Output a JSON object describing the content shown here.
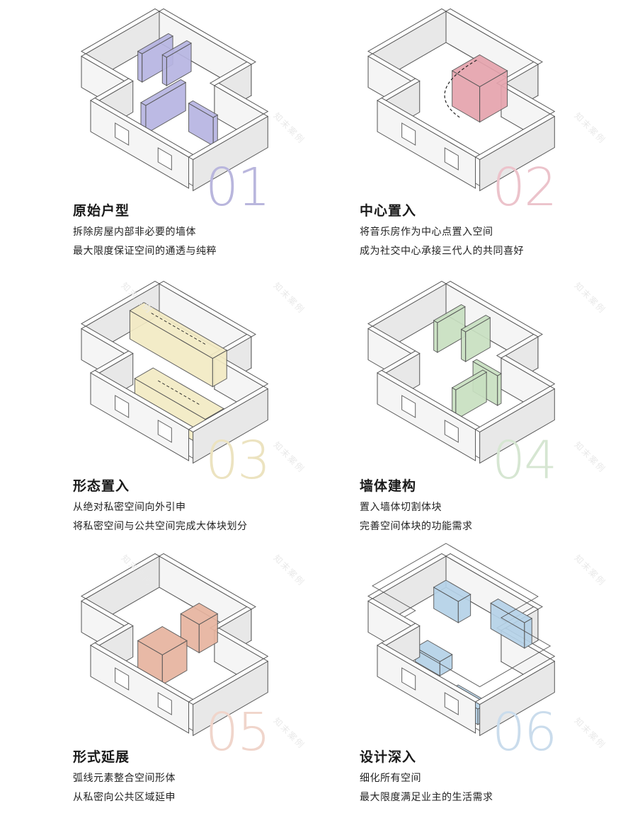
{
  "panels": [
    {
      "title": "原始户型",
      "lines": [
        "拆除房屋内部非必要的墙体",
        "最大限度保证空间的通透与纯粹"
      ],
      "number": "01",
      "accent": "#b9b6dd",
      "fill": "#b7b5e2"
    },
    {
      "title": "中心置入",
      "lines": [
        "将音乐房作为中心点置入空间",
        "成为社交中心承接三代人的共同喜好"
      ],
      "number": "02",
      "accent": "#ecc3cb",
      "fill": "#e5a3ad"
    },
    {
      "title": "形态置入",
      "lines": [
        "从绝对私密空间向外引申",
        "将私密空间与公共空间完成大体块划分"
      ],
      "number": "03",
      "accent": "#ece3c0",
      "fill": "#f3ebc4"
    },
    {
      "title": "墙体建构",
      "lines": [
        "置入墙体切割体块",
        "完善空间体块的功能需求"
      ],
      "number": "04",
      "accent": "#d6e6d2",
      "fill": "#c8e0c1"
    },
    {
      "title": "形式延展",
      "lines": [
        "弧线元素整合空间形体",
        "从私密向公共区域延申"
      ],
      "number": "05",
      "accent": "#f0d5cb",
      "fill": "#e7b49f"
    },
    {
      "title": "设计深入",
      "lines": [
        "细化所有空间",
        "最大限度满足业主的生活需求"
      ],
      "number": "06",
      "accent": "#cadcec",
      "fill": "#b5d2e8"
    }
  ],
  "watermark": "知末案例"
}
